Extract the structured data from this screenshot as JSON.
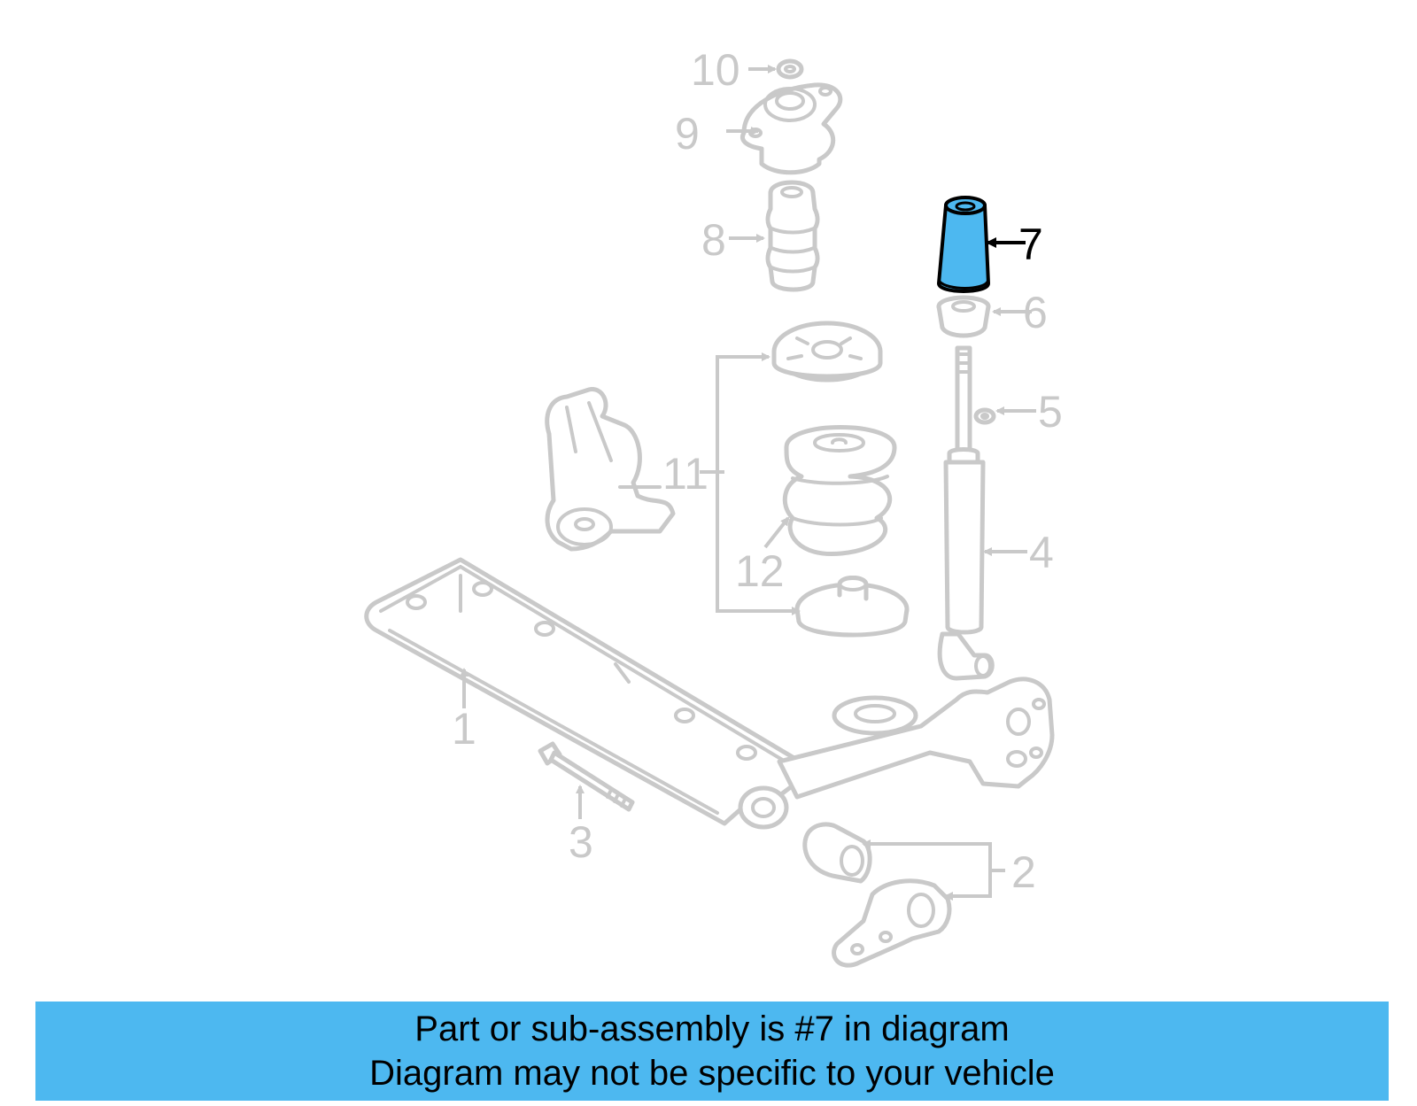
{
  "colors": {
    "highlight_fill": "#4db8f0",
    "highlight_stroke": "#000000",
    "ghost_stroke": "#c9c9c9",
    "banner_bg": "#4db8f0"
  },
  "diagram": {
    "highlighted_part": "7",
    "callouts": {
      "p1": "1",
      "p2": "2",
      "p3": "3",
      "p4": "4",
      "p5": "5",
      "p6": "6",
      "p7": "7",
      "p8": "8",
      "p9": "9",
      "p10": "10",
      "p11": "11",
      "p12": "12"
    }
  },
  "banner": {
    "line1": "Part or sub-assembly is #7 in diagram",
    "line2": "Diagram may not be specific to your vehicle"
  }
}
